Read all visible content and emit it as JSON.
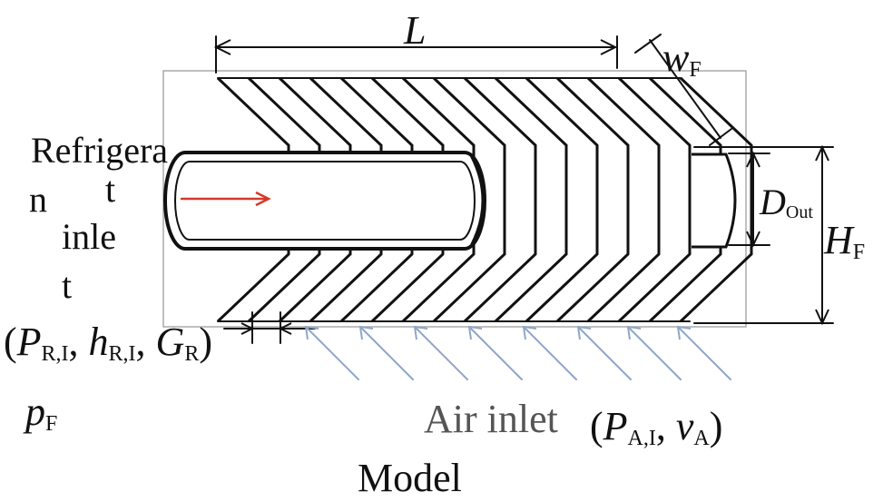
{
  "labels": {
    "length": "L",
    "fin_width_sym": "w",
    "fin_width_sub": "F",
    "diameter_sym": "D",
    "diameter_sub": "Out",
    "fin_height_sym": "H",
    "fin_height_sub": "F",
    "pitch_sym": "p",
    "pitch_sub": "F",
    "refrigerant_line1": "Refrigera",
    "refrigerant_line2a": "n",
    "refrigerant_line2b": "t",
    "refrigerant_line3": "inle",
    "refrigerant_line4": "t",
    "refrigerant_params": {
      "open": "(",
      "p_sym": "P",
      "p_sub": "R,I",
      "sep1": ",",
      "h_sym": "h",
      "h_sub": "R,I",
      "sep2": ",",
      "g_sym": "G",
      "g_sub": "R",
      "close": ")"
    },
    "air_inlet": "Air inlet",
    "air_params": {
      "open": "(",
      "p_sym": "P",
      "p_sub": "A,I",
      "sep": ",",
      "v_sym": "v",
      "v_sub": "A",
      "close": ")"
    },
    "caption": "Model"
  },
  "colors": {
    "line": "#111111",
    "box": "#aaaaaa",
    "flow_arrow": "#d23a2a",
    "air_arrow": "#8fa6c8",
    "air_text": "#555555"
  }
}
